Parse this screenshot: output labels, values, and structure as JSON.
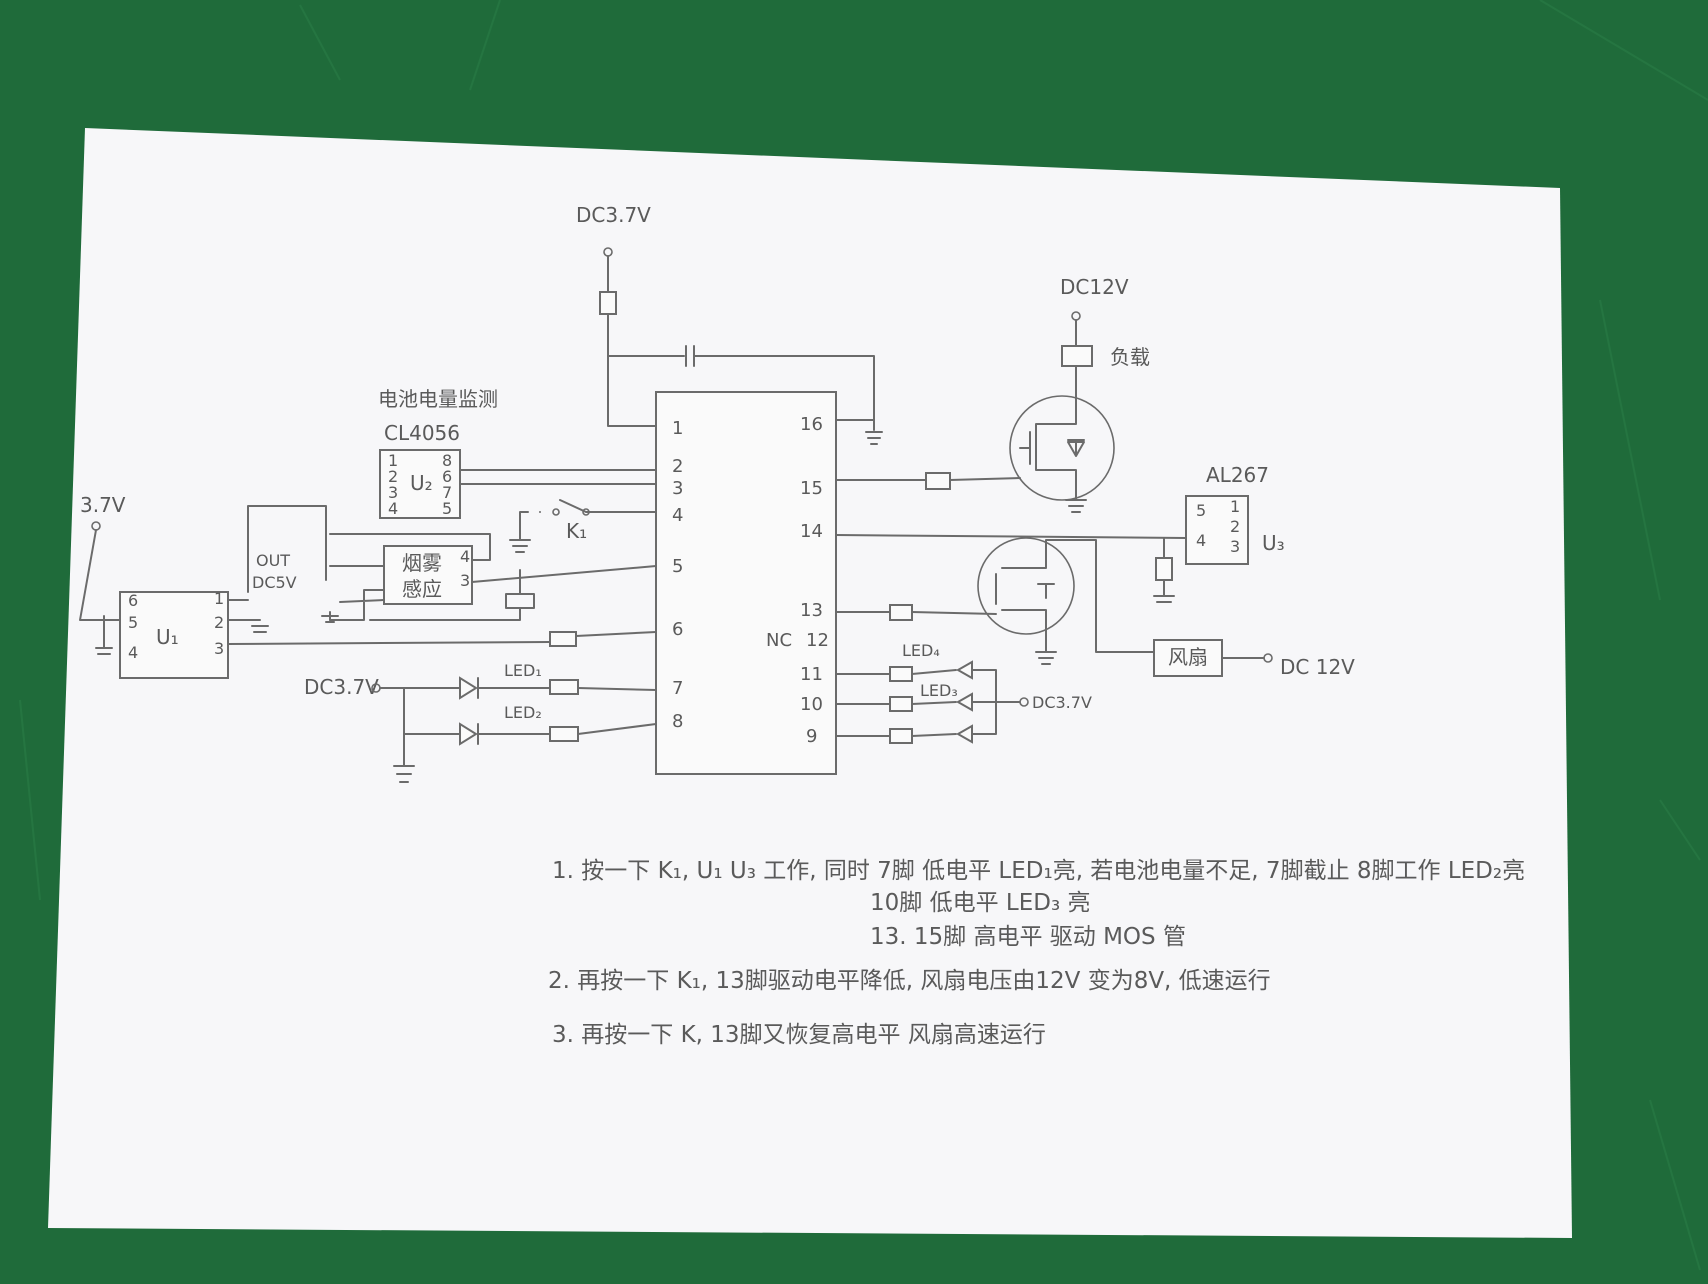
{
  "supplies": {
    "dc37_top": "DC3.7V",
    "dc12_relay": "DC12V",
    "v37_left": "3.7V",
    "dc37_led": "DC3.7V",
    "dc37_right": "DC3.7V",
    "dc12_fan": "DC 12V"
  },
  "u1": {
    "ref": "U₁",
    "pins": [
      "6",
      "5",
      "4",
      "1",
      "2",
      "3"
    ]
  },
  "u2": {
    "title": "电池电量监测",
    "part": "CL4056",
    "ref": "U₂",
    "pins": [
      "1",
      "2",
      "3",
      "4",
      "8",
      "6",
      "7",
      "5"
    ]
  },
  "u3": {
    "part": "AL267",
    "ref": "U₃",
    "pins": [
      "5",
      "4",
      "1",
      "2",
      "3"
    ]
  },
  "smoke": {
    "line1": "烟雾",
    "line2": "感应",
    "pins": [
      "4",
      "3"
    ]
  },
  "out_label": {
    "line1": "OUT",
    "line2": "DC5V"
  },
  "switch_k1": "K₁",
  "ic": {
    "left_pins": [
      "1",
      "2",
      "3",
      "4",
      "5",
      "6",
      "7",
      "8"
    ],
    "right_pins": [
      "16",
      "15",
      "14",
      "13",
      "12",
      "11",
      "10",
      "9"
    ],
    "nc": "NC"
  },
  "leds": {
    "led1": "LED₁",
    "led2": "LED₂",
    "led4": "LED₄",
    "led3": "LED₃"
  },
  "relay_label": "负载",
  "fan_label": "风扇",
  "notes": [
    "1. 按一下 K₁, U₁ U₃ 工作, 同时 7脚 低电平 LED₁亮, 若电池电量不足, 7脚截止 8脚工作 LED₂亮",
    "10脚 低电平 LED₃ 亮",
    "13. 15脚 高电平 驱动 MOS 管",
    "2. 再按一下 K₁, 13脚驱动电平降低, 风扇电压由12V 变为8V, 低速运行",
    "3. 再按一下 K, 13脚又恢复高电平 风扇高速运行"
  ],
  "colors": {
    "background": "#1f6b3a",
    "paper": "#f7f7f9",
    "ink": "#6b6b6b"
  }
}
